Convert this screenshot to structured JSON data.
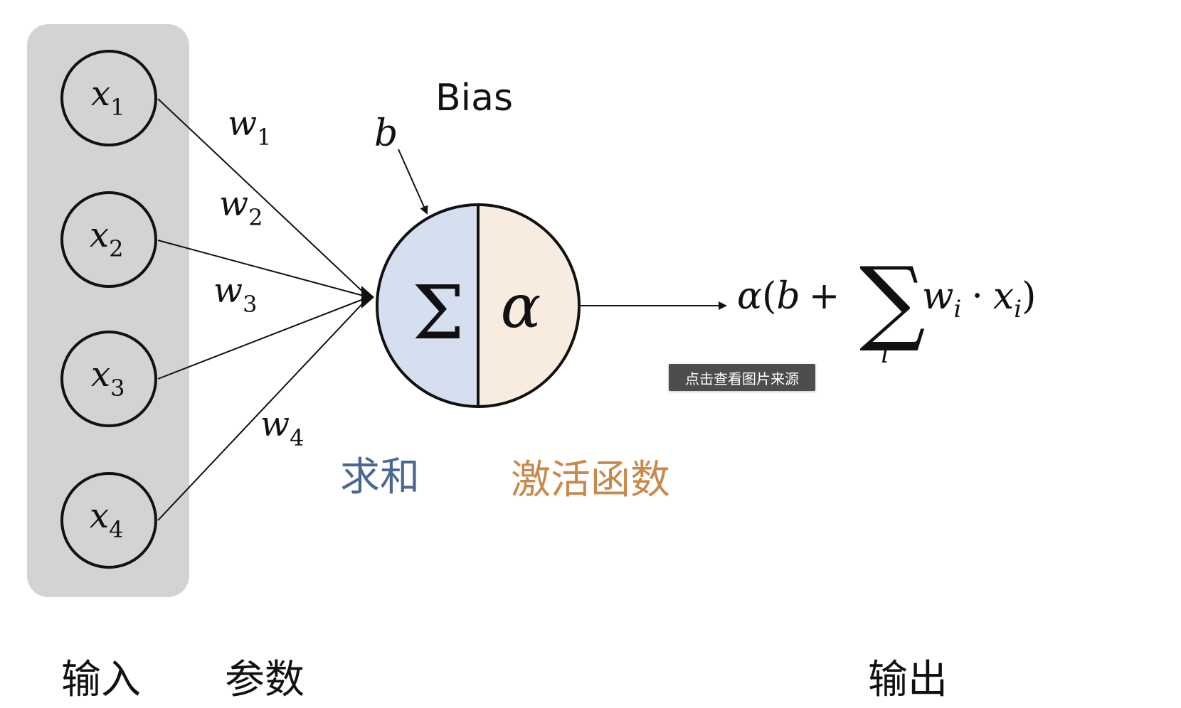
{
  "diagram": {
    "inputs": [
      {
        "label": "x",
        "sub": "1"
      },
      {
        "label": "x",
        "sub": "2"
      },
      {
        "label": "x",
        "sub": "3"
      },
      {
        "label": "x",
        "sub": "4"
      }
    ],
    "weights": [
      {
        "label": "w",
        "sub": "1"
      },
      {
        "label": "w",
        "sub": "2"
      },
      {
        "label": "w",
        "sub": "3"
      },
      {
        "label": "w",
        "sub": "4"
      }
    ],
    "bias": {
      "title": "Bias",
      "symbol": "b"
    },
    "neuron": {
      "sum_symbol": "Σ",
      "activation_symbol": "α"
    },
    "output_formula": {
      "alpha": "α",
      "open": "(",
      "b": "b",
      "plus": "+",
      "sigma": "∑",
      "w": "w",
      "w_sub": "i",
      "dot": "·",
      "x": "x",
      "x_sub": "i",
      "close": ")",
      "sigma_sub": "i"
    },
    "captions": {
      "sum": "求和",
      "activation": "激活函数",
      "input": "输入",
      "params": "参数",
      "output": "输出"
    },
    "colors": {
      "input_panel": "#d3d3d3",
      "sum_half": "#d5dff0",
      "activation_half": "#f8ece0",
      "sum_caption": "#4a6794",
      "activation_caption": "#c88a4c",
      "line": "#111111"
    }
  },
  "tooltip": {
    "label": "点击查看图片来源"
  }
}
